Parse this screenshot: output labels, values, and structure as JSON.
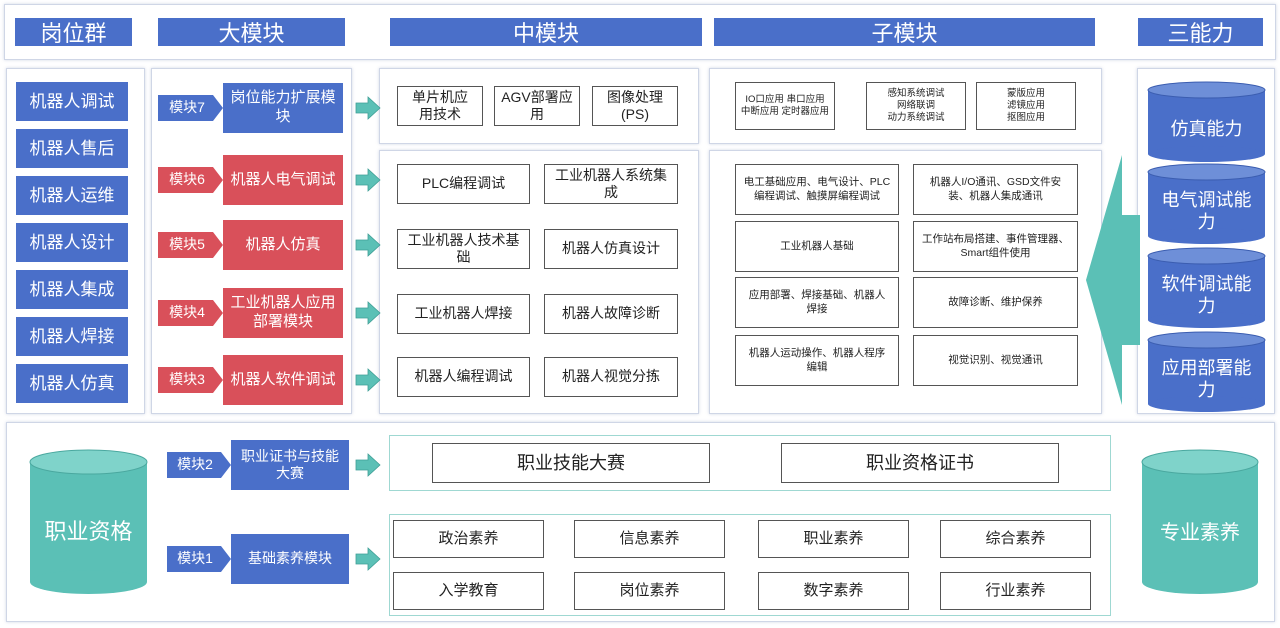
{
  "headers": {
    "job_group": "岗位群",
    "large_module": "大模块",
    "middle_module": "中模块",
    "sub_module": "子模块",
    "three_abilities": "三能力"
  },
  "job_group_items": [
    "机器人调试",
    "机器人售后",
    "机器人运维",
    "机器人设计",
    "机器人集成",
    "机器人焊接",
    "机器人仿真"
  ],
  "modules": [
    {
      "tag": "模块7",
      "name": "岗位能力扩展模\n块",
      "color": "blue"
    },
    {
      "tag": "模块6",
      "name": "机器人电气调试",
      "color": "red"
    },
    {
      "tag": "模块5",
      "name": "机器人仿真",
      "color": "red"
    },
    {
      "tag": "模块4",
      "name": "工业机器人应用\n部署模块",
      "color": "red"
    },
    {
      "tag": "模块3",
      "name": "机器人软件调试",
      "color": "red"
    }
  ],
  "middle_modules": [
    [
      "单片机应\n用技术",
      "AGV部署应\n用",
      "图像处理\n(PS)"
    ],
    [
      "PLC编程调试",
      "工业机器人系统集\n成"
    ],
    [
      "工业机器人技术基\n础",
      "机器人仿真设计"
    ],
    [
      "工业机器人焊接",
      "机器人故障诊断"
    ],
    [
      "机器人编程调试",
      "机器人视觉分拣"
    ]
  ],
  "sub_modules_top": [
    "IO口应用  串口应用\n中断应用  定时器应用",
    "感知系统调试\n网络联调\n动力系统调试",
    "蒙版应用\n滤镜应用\n抠图应用"
  ],
  "sub_modules": [
    [
      "电工基础应用、电气设计、PLC\n编程调试、触摸屏编程调试",
      "机器人I/O通讯、GSD文件安\n装、机器人集成通讯"
    ],
    [
      "工业机器人基础",
      "工作站布局搭建、事件管理器、\nSmart组件使用"
    ],
    [
      "应用部署、焊接基础、机器人\n焊接",
      "故障诊断、维护保养"
    ],
    [
      "机器人运动操作、机器人程序\n编辑",
      "视觉识别、视觉通讯"
    ]
  ],
  "abilities": [
    "仿真能力",
    "电气调试能\n力",
    "软件调试能\n力",
    "应用部署能\n力"
  ],
  "bottom": {
    "left_cylinder": "职业资格",
    "right_cylinder": "专业素养",
    "module2": {
      "tag": "模块2",
      "name": "职业证书与技能\n大赛"
    },
    "module1": {
      "tag": "模块1",
      "name": "基础素养模块"
    },
    "certificates": [
      "职业技能大赛",
      "职业资格证书"
    ],
    "literacy": [
      "政治素养",
      "信息素养",
      "职业素养",
      "综合素养",
      "入学教育",
      "岗位素养",
      "数字素养",
      "行业素养"
    ]
  },
  "colors": {
    "blue": "#4a6fc9",
    "red": "#d9505a",
    "teal": "#5bc0b6",
    "teal_light": "#9fd8d2",
    "cylinder": "#5bc0b6"
  }
}
